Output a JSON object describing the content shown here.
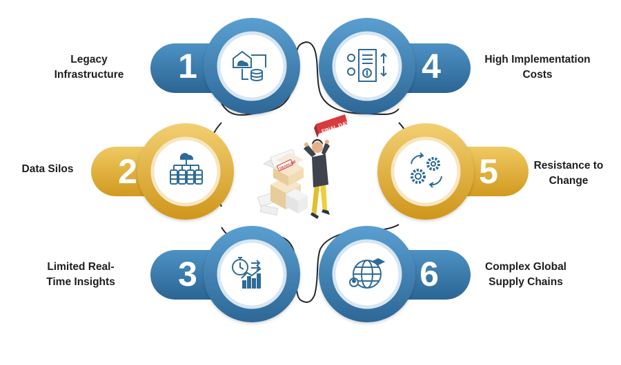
{
  "colors": {
    "blue_dark": "#2f6e9e",
    "blue_mid": "#3d84b6",
    "blue_light": "#5a9fd0",
    "gold_dark": "#d19a1e",
    "gold_mid": "#e6b546",
    "gold_light": "#f0cc6e",
    "icon_blue": "#2d6a97",
    "label_text": "#1d1d1d"
  },
  "items": [
    {
      "number": "1",
      "label_lines": [
        "Legacy",
        "Infrastructure"
      ],
      "theme": "blue",
      "icon": "cloud-database-icon"
    },
    {
      "number": "2",
      "label_lines": [
        "Data Silos"
      ],
      "theme": "gold",
      "icon": "data-silos-icon"
    },
    {
      "number": "3",
      "label_lines": [
        "Limited Real-",
        "Time Insights"
      ],
      "theme": "blue",
      "icon": "stopwatch-chart-icon"
    },
    {
      "number": "4",
      "label_lines": [
        "High Implementation",
        "Costs"
      ],
      "theme": "blue",
      "icon": "cost-document-icon"
    },
    {
      "number": "5",
      "label_lines": [
        "Resistance to",
        "Change"
      ],
      "theme": "gold",
      "icon": "gears-cycle-icon"
    },
    {
      "number": "6",
      "label_lines": [
        "Complex Global",
        "Supply Chains"
      ],
      "theme": "blue",
      "icon": "globe-network-icon"
    }
  ],
  "illustration": {
    "sign_text": "FINAL DAY",
    "box_label": "DEADLINE"
  }
}
